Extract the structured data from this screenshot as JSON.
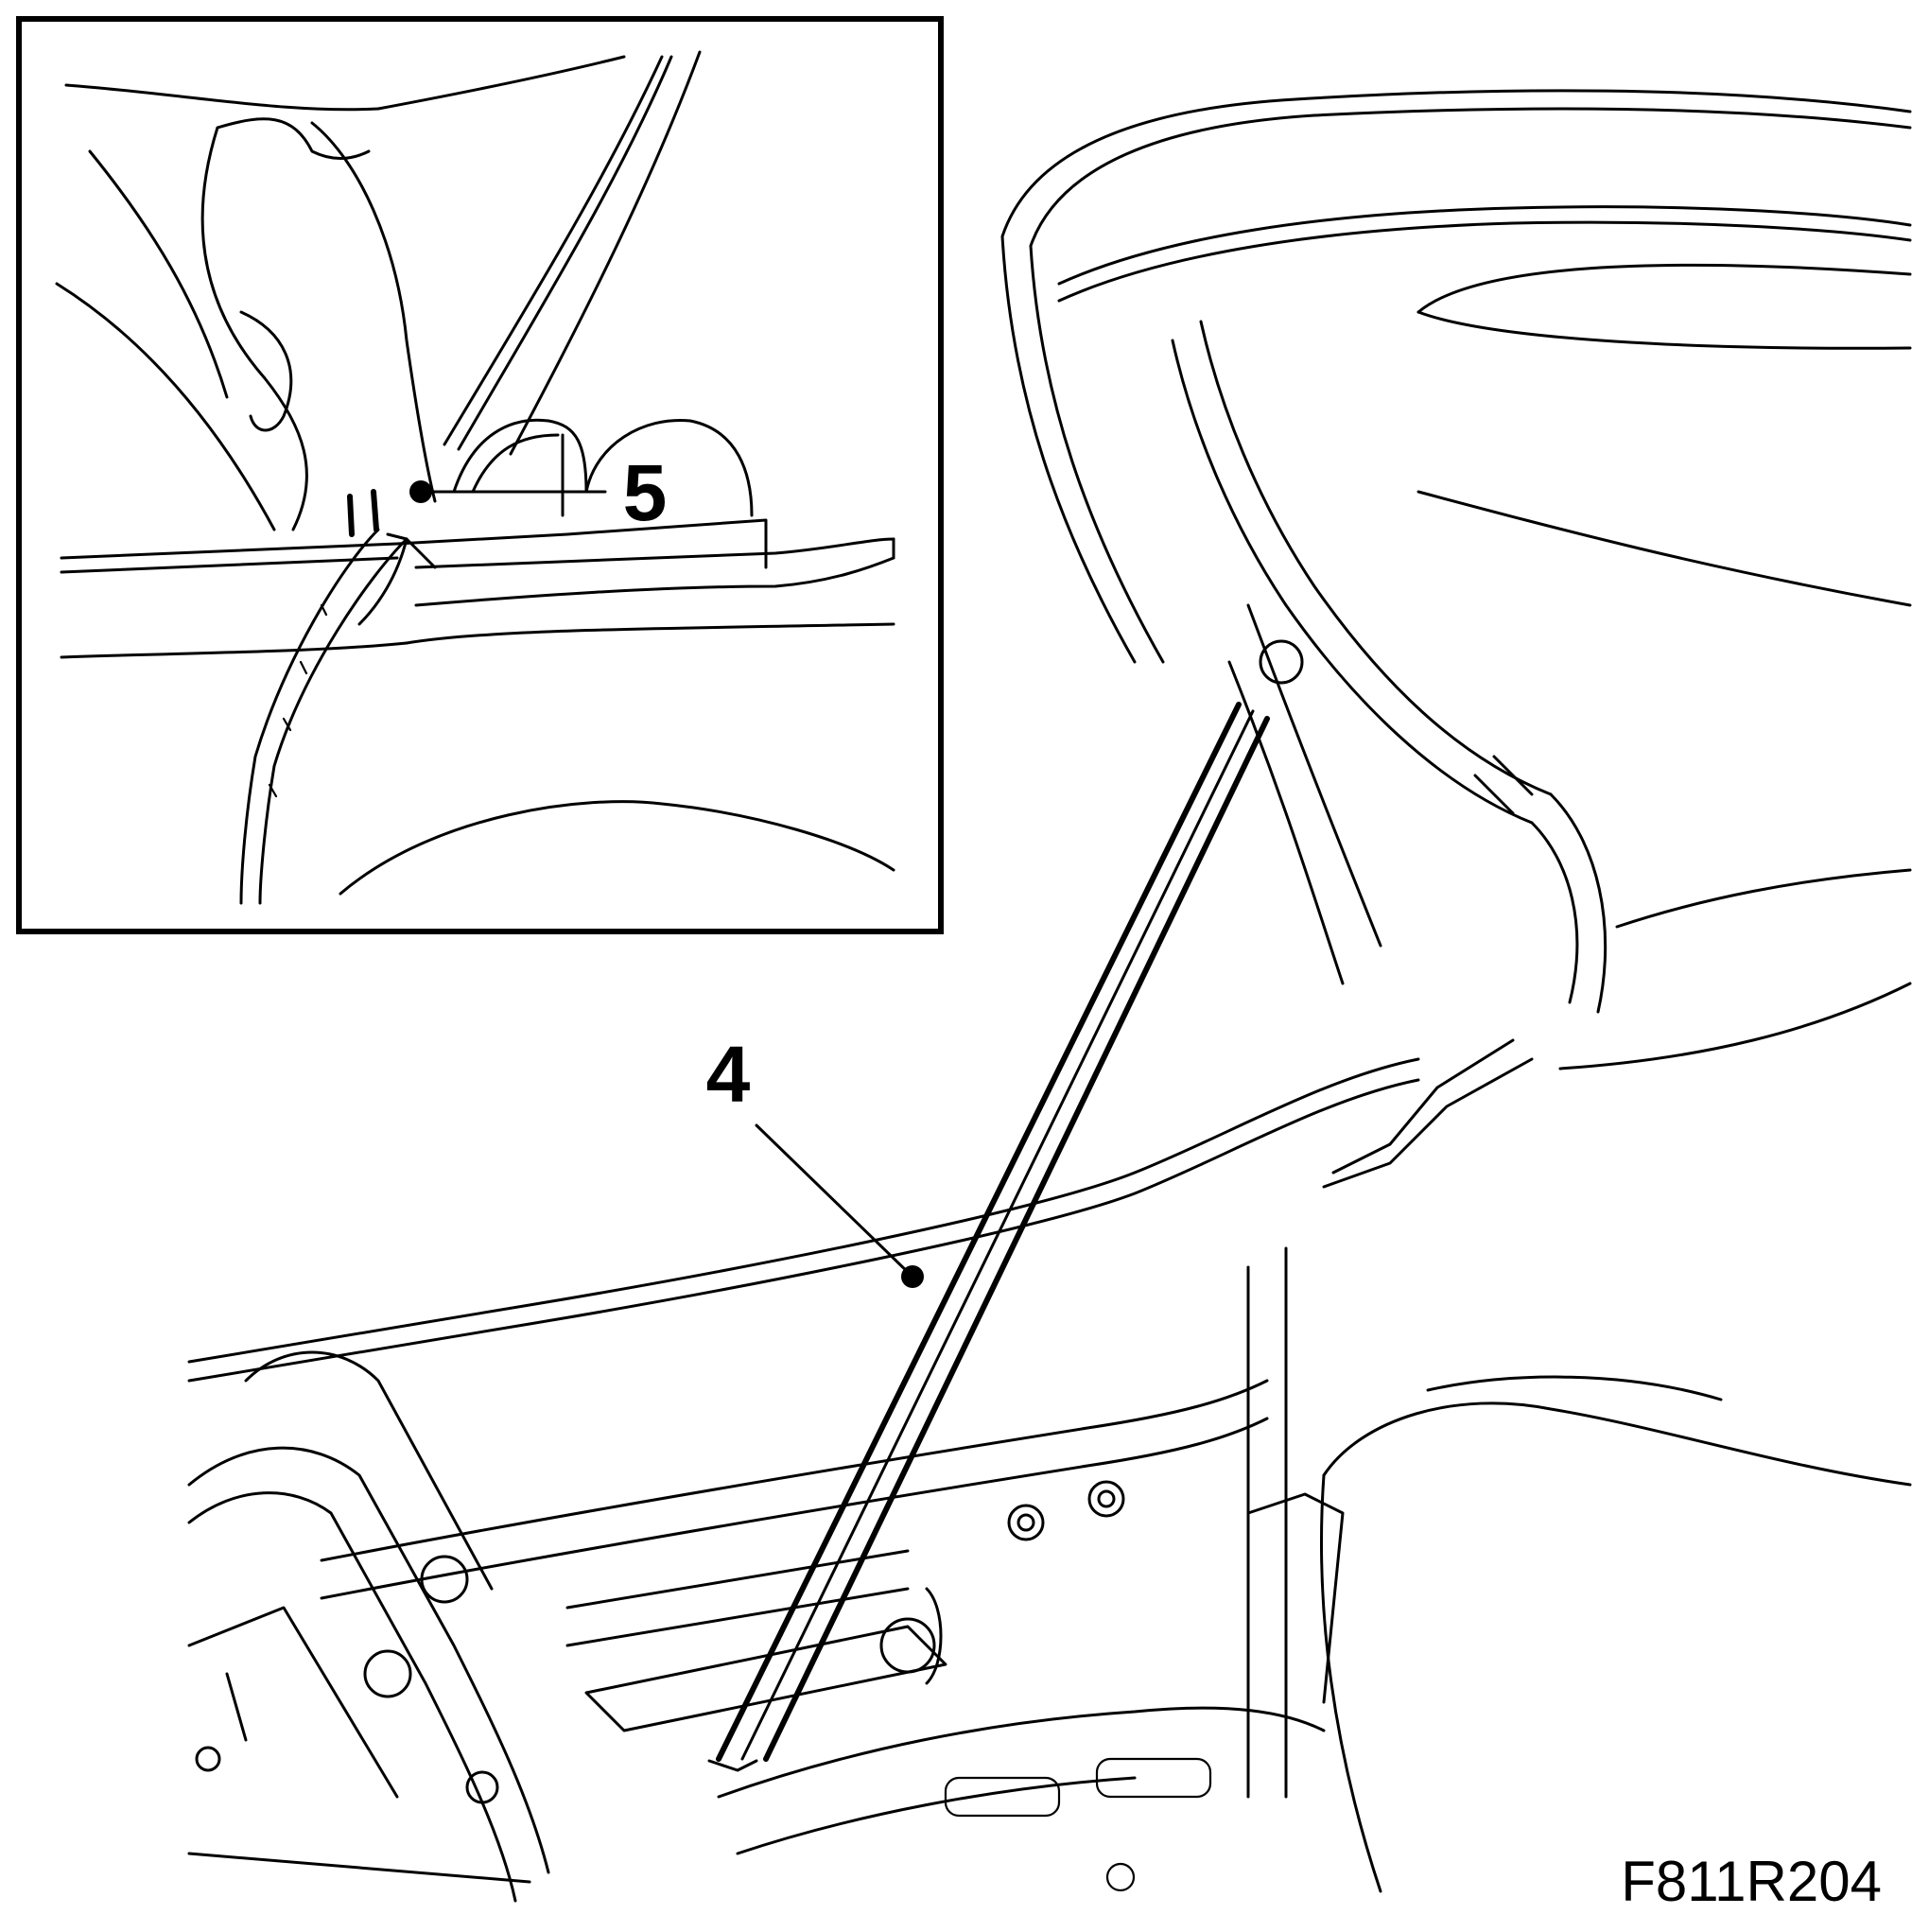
{
  "callouts": [
    {
      "label": "5"
    },
    {
      "label": "4"
    }
  ],
  "figure_id": "F811R204",
  "colors": {
    "ink": "#000000",
    "paper": "#ffffff"
  }
}
